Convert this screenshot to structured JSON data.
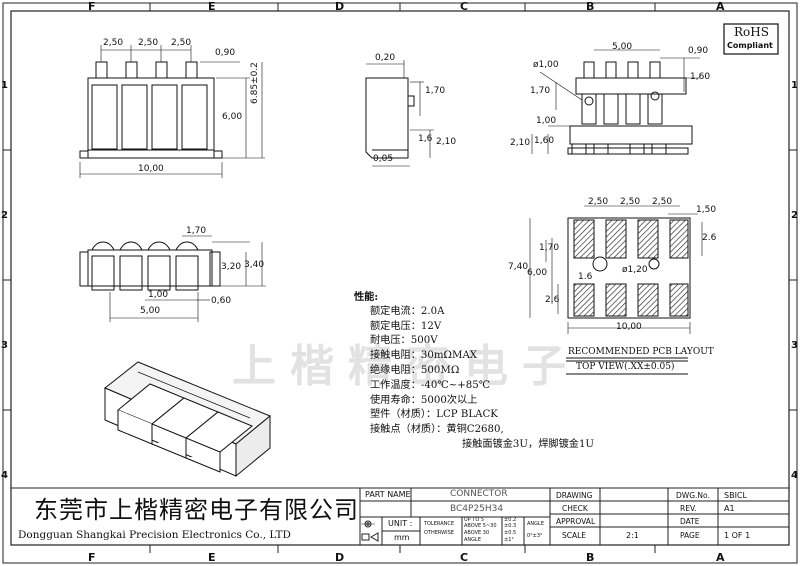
{
  "frame": {
    "columns": [
      "F",
      "E",
      "D",
      "C",
      "B",
      "A"
    ],
    "rows": [
      "1",
      "2",
      "3",
      "4"
    ]
  },
  "badge": {
    "line1": "RoHS",
    "line2": "Compliant"
  },
  "watermark": {
    "text": "上楷精密电子"
  },
  "dims": {
    "front_top": [
      "2,50",
      "2,50",
      "2,50",
      "0,90",
      "6.85±0.2",
      "6,00",
      "10,00"
    ],
    "side_top": [
      "0,20",
      "1,70",
      "1,6",
      "2,10",
      "0,05"
    ],
    "right_top": [
      "5,00",
      "0,90",
      "ø1,00",
      "1,60",
      "1,70",
      "1,00",
      "2,10",
      "1,60"
    ],
    "front_bottom": [
      "1,70",
      "3,20",
      "3,40",
      "1,00",
      "0,60",
      "5,00"
    ],
    "pcb": [
      "2,50",
      "2,50",
      "2,50",
      "1,50",
      "1,70",
      "2.6",
      "7,40",
      "6,00",
      "1.6",
      "ø1,20",
      "2.6",
      "10,00"
    ]
  },
  "pcb_layout": {
    "title": "RECOMMENDED PCB LAYOUT",
    "subtitle": "TOP VIEW(.XX±0.05)"
  },
  "specs": {
    "title": "性能:",
    "items": [
      "额定电流：2.0A",
      "额定电压：12V",
      "耐电压：500V",
      "接触电阻：30mΩMAX",
      "绝缘电阻：500MΩ",
      "工作温度：-40℃~+85℃",
      "使用寿命：5000次以上",
      "塑件（材质）：LCP BLACK",
      "接触点（材质）：黄铜C2680,"
    ],
    "continuation": "接触面镀金3U，焊脚镀金1U"
  },
  "company": {
    "name_cn": "东莞市上楷精密电子有限公司",
    "name_en": "Dongguan Shangkai Precision Electronics Co., LTD"
  },
  "title_block": {
    "part_name_label": "PART NAME",
    "part_name": "CONNECTOR",
    "part_no": "BC4P25H34",
    "unit_label": "UNIT :",
    "unit": "mm",
    "tolerance_label": "TOLERANCE",
    "otherwise_label": "OTHERWISE",
    "tol_ranges": [
      "UP TO 5",
      "ABOVE 5~30",
      "ABOVE 30",
      "ANGLE"
    ],
    "tol_values": [
      "±0.2",
      "±0.3",
      "±0.5",
      "±1°"
    ],
    "angle_label": "ANGLE",
    "angle_value": "0°±3°",
    "drawing_label": "DRAWING",
    "check_label": "CHECK",
    "approval_label": "APPROVAL",
    "scale_label": "SCALE",
    "scale": "2:1",
    "dwg_no_label": "DWG.No.",
    "dwg_no": "SBICL",
    "rev_label": "REV.",
    "rev": "A1",
    "date_label": "DATE",
    "page_label": "PAGE",
    "page": "1 OF 1"
  }
}
